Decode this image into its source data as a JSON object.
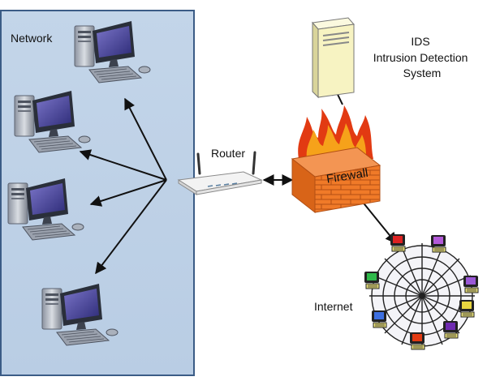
{
  "labels": {
    "network": "Network",
    "router": "Router",
    "firewall": "Firewall",
    "ids_lines": [
      "IDS",
      "Intrusion Detection",
      "System"
    ],
    "internet": "Internet"
  },
  "colors": {
    "network_panel": "#c7d8ea",
    "network_border": "#3b5c86",
    "firewall_brick": "#f07a28",
    "flame": "#e23a12",
    "ids_tower": "#f7f3c2",
    "monitor_screen": "#4a4a9a",
    "arrow": "#111111"
  },
  "icons": {
    "computer": "desktop-computer-icon",
    "router": "wifi-router-icon",
    "firewall": "firewall-icon",
    "server": "server-tower-icon",
    "internet": "internet-web-icon"
  }
}
